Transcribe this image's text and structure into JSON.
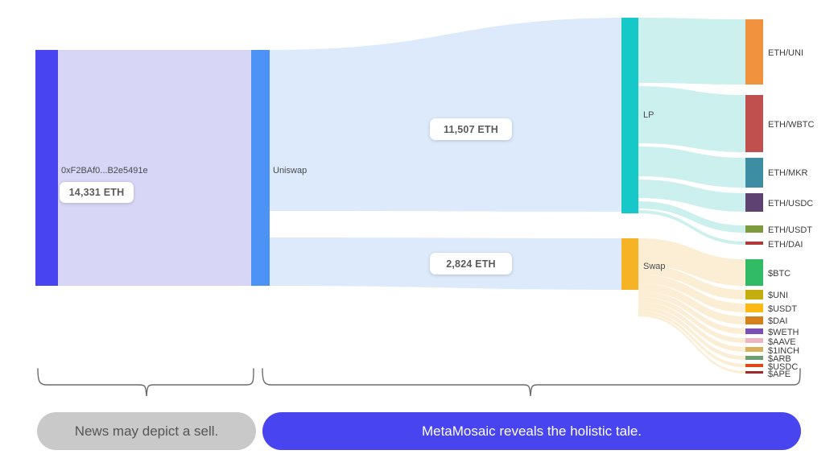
{
  "chart_data": {
    "type": "sankey",
    "title": "",
    "units": "ETH",
    "nodes": [
      {
        "id": "wallet",
        "label": "0xF2BAf0...B2e5491e",
        "value": 14331,
        "color": "#4845f0",
        "column": 0
      },
      {
        "id": "uniswap",
        "label": "Uniswap",
        "value": 14331,
        "color": "#4c93f5",
        "column": 1
      },
      {
        "id": "lp",
        "label": "LP",
        "value": 11507,
        "color": "#17c8c8",
        "column": 2
      },
      {
        "id": "swap",
        "label": "Swap",
        "value": 2824,
        "color": "#f5b325",
        "column": 2
      },
      {
        "id": "eth_uni",
        "label": "ETH/UNI",
        "value": 4200,
        "color": "#f0923e",
        "column": 3
      },
      {
        "id": "eth_wbtc",
        "label": "ETH/WBTC",
        "value": 3650,
        "color": "#c0504d",
        "column": 3
      },
      {
        "id": "eth_mkr",
        "label": "ETH/MKR",
        "value": 1900,
        "color": "#3d8ea3",
        "column": 3
      },
      {
        "id": "eth_usdc",
        "label": "ETH/USDC",
        "value": 1150,
        "color": "#5e4372",
        "column": 3
      },
      {
        "id": "eth_usdt",
        "label": "ETH/USDT",
        "value": 430,
        "color": "#7d9b3d",
        "column": 3
      },
      {
        "id": "eth_dai",
        "label": "ETH/DAI",
        "value": 177,
        "color": "#b03a3a",
        "column": 3
      },
      {
        "id": "btc",
        "label": "$BTC",
        "value": 1050,
        "color": "#32bb66",
        "column": 3
      },
      {
        "id": "uni",
        "label": "$UNI",
        "value": 380,
        "color": "#c3ae0d",
        "column": 3
      },
      {
        "id": "usdt",
        "label": "$USDT",
        "value": 360,
        "color": "#fdb913",
        "column": 3
      },
      {
        "id": "dai",
        "label": "$DAI",
        "value": 310,
        "color": "#d6801b",
        "column": 3
      },
      {
        "id": "weth",
        "label": "$WETH",
        "value": 200,
        "color": "#7b4fb5",
        "column": 3
      },
      {
        "id": "aave",
        "label": "$AAVE",
        "value": 180,
        "color": "#efb5c2",
        "column": 3
      },
      {
        "id": "oneinch",
        "label": "$1INCH",
        "value": 160,
        "color": "#d9b05c",
        "column": 3
      },
      {
        "id": "arb",
        "label": "$ARB",
        "value": 130,
        "color": "#69a072",
        "column": 3
      },
      {
        "id": "usdc",
        "label": "$USDC",
        "value": 90,
        "color": "#e04a1b",
        "column": 3
      },
      {
        "id": "ape",
        "label": "$APE",
        "value": 60,
        "color": "#9e2b2b",
        "column": 3
      }
    ],
    "links": [
      {
        "source": "wallet",
        "target": "uniswap",
        "value": 14331,
        "label": "14,331 ETH"
      },
      {
        "source": "uniswap",
        "target": "lp",
        "value": 11507,
        "label": "11,507 ETH"
      },
      {
        "source": "uniswap",
        "target": "swap",
        "value": 2824,
        "label": "2,824 ETH"
      },
      {
        "source": "lp",
        "target": "eth_uni",
        "value": 4200
      },
      {
        "source": "lp",
        "target": "eth_wbtc",
        "value": 3650
      },
      {
        "source": "lp",
        "target": "eth_mkr",
        "value": 1900
      },
      {
        "source": "lp",
        "target": "eth_usdc",
        "value": 1150
      },
      {
        "source": "lp",
        "target": "eth_usdt",
        "value": 430
      },
      {
        "source": "lp",
        "target": "eth_dai",
        "value": 177
      },
      {
        "source": "swap",
        "target": "btc",
        "value": 1050
      },
      {
        "source": "swap",
        "target": "uni",
        "value": 380
      },
      {
        "source": "swap",
        "target": "usdt",
        "value": 360
      },
      {
        "source": "swap",
        "target": "dai",
        "value": 310
      },
      {
        "source": "swap",
        "target": "weth",
        "value": 200
      },
      {
        "source": "swap",
        "target": "aave",
        "value": 180
      },
      {
        "source": "swap",
        "target": "oneinch",
        "value": 160
      },
      {
        "source": "swap",
        "target": "arb",
        "value": 130
      },
      {
        "source": "swap",
        "target": "usdc",
        "value": 90
      },
      {
        "source": "swap",
        "target": "ape",
        "value": 60
      }
    ],
    "link_colors": {
      "wallet_to_uniswap": "#d7d6f6",
      "uniswap_to_lp": "#dceafb",
      "uniswap_to_swap": "#dceafb",
      "lp_out": "#ccf0ee",
      "swap_out": "#fbeed4"
    },
    "labels": {
      "wallet": "0xF2BAf0...B2e5491e",
      "uniswap": "Uniswap",
      "lp": "LP",
      "swap": "Swap"
    },
    "value_chips": {
      "total": "14,331 ETH",
      "lp": "11,507 ETH",
      "swap": "2,824 ETH"
    },
    "leaf_labels": [
      "ETH/UNI",
      "ETH/WBTC",
      "ETH/MKR",
      "ETH/USDC",
      "ETH/USDT",
      "ETH/DAI",
      "$BTC",
      "$UNI",
      "$USDT",
      "$DAI",
      "$WETH",
      "$AAVE",
      "$1INCH",
      "$ARB",
      "$USDC",
      "$APE"
    ]
  },
  "annotations": {
    "left_caption": "News may depict a sell.",
    "right_caption": "MetaMosaic reveals the holistic tale.",
    "left_caption_color": "#c9c9c9",
    "right_caption_color": "#4845f0"
  }
}
